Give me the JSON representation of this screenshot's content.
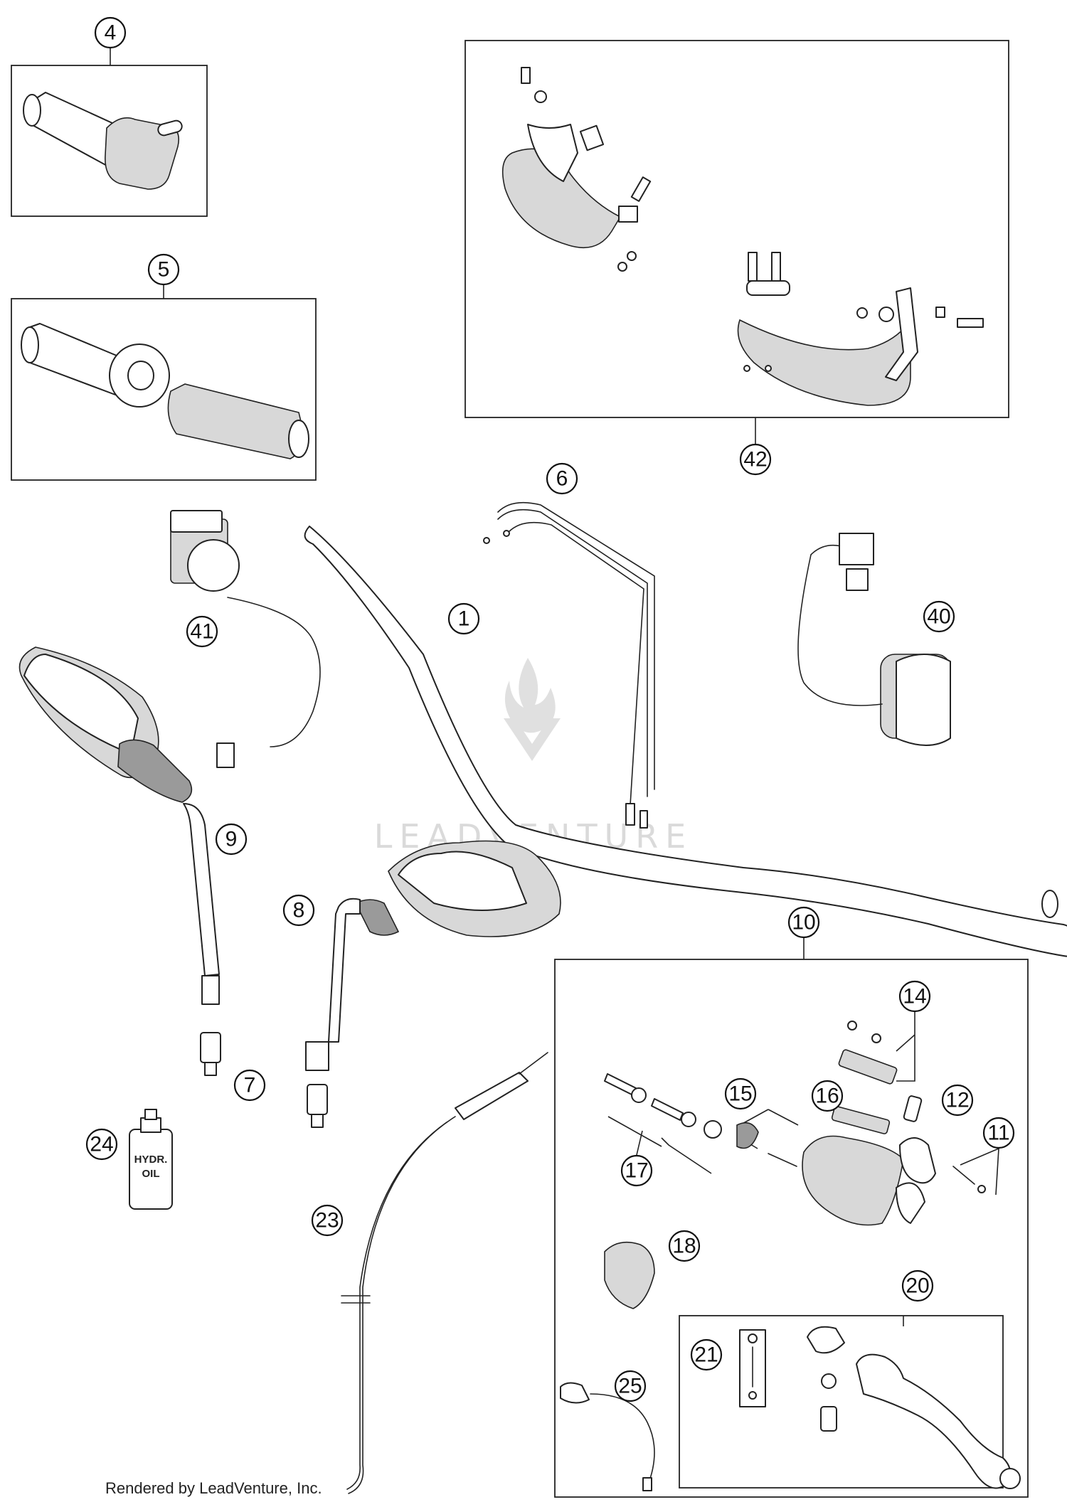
{
  "callouts": [
    {
      "id": "c4",
      "label": "4"
    },
    {
      "id": "c5",
      "label": "5"
    },
    {
      "id": "c42",
      "label": "42"
    },
    {
      "id": "c6",
      "label": "6"
    },
    {
      "id": "c41",
      "label": "41"
    },
    {
      "id": "c1",
      "label": "1"
    },
    {
      "id": "c40",
      "label": "40"
    },
    {
      "id": "c9",
      "label": "9"
    },
    {
      "id": "c8",
      "label": "8"
    },
    {
      "id": "c10",
      "label": "10"
    },
    {
      "id": "c14",
      "label": "14"
    },
    {
      "id": "c7",
      "label": "7"
    },
    {
      "id": "c15",
      "label": "15"
    },
    {
      "id": "c16",
      "label": "16"
    },
    {
      "id": "c12",
      "label": "12"
    },
    {
      "id": "c11",
      "label": "11"
    },
    {
      "id": "c24",
      "label": "24"
    },
    {
      "id": "c17",
      "label": "17"
    },
    {
      "id": "c23",
      "label": "23"
    },
    {
      "id": "c18",
      "label": "18"
    },
    {
      "id": "c20",
      "label": "20"
    },
    {
      "id": "c21",
      "label": "21"
    },
    {
      "id": "c25",
      "label": "25"
    }
  ],
  "bottle_label": {
    "line1": "HYDR.",
    "line2": "OIL"
  },
  "watermark": "LEADVENTURE",
  "credit": "Rendered by LeadVenture, Inc."
}
